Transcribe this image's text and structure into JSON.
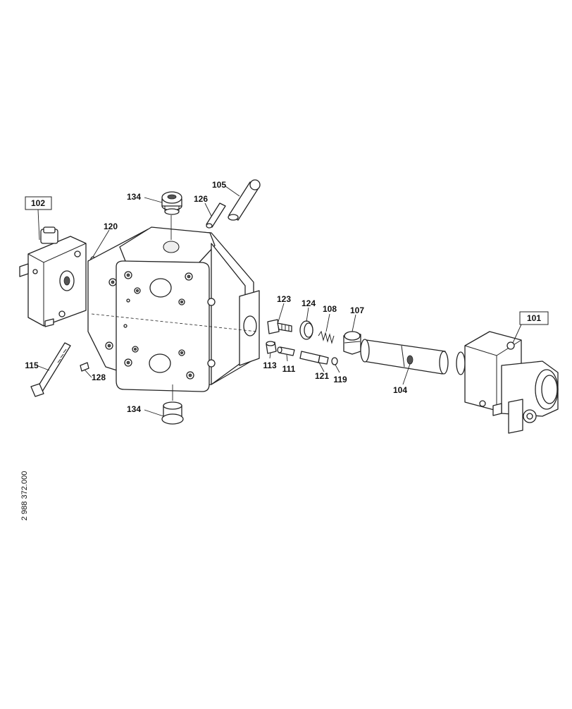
{
  "labels": {
    "l101": "101",
    "l102": "102",
    "l104": "104",
    "l105": "105",
    "l107": "107",
    "l108": "108",
    "l111": "111",
    "l113": "113",
    "l115": "115",
    "l119": "119",
    "l120": "120",
    "l121": "121",
    "l123": "123",
    "l124": "124",
    "l126": "126",
    "l128": "128",
    "l134_top": "134",
    "l134_bottom": "134"
  },
  "drawing_code": "2 988 372.000"
}
